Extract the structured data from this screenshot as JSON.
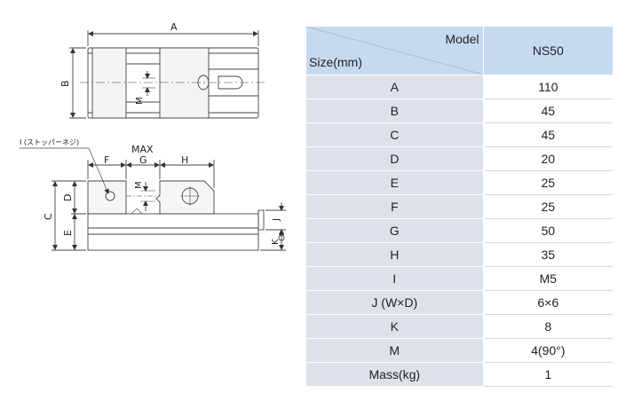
{
  "drawing": {
    "labels": {
      "A": "A",
      "B": "B",
      "M_top": "M",
      "stopper_note": "I (ストッパーネジ)",
      "F": "F",
      "MAX": "MAX",
      "G": "G",
      "H": "H",
      "D": "D",
      "C": "C",
      "E": "E",
      "M_side": "M",
      "J": "J",
      "K": "K"
    }
  },
  "table": {
    "header": {
      "model_label": "Model",
      "size_label": "Size(mm)",
      "model_name": "NS50"
    },
    "rows": [
      {
        "label": "A",
        "value": "110"
      },
      {
        "label": "B",
        "value": "45"
      },
      {
        "label": "C",
        "value": "45"
      },
      {
        "label": "D",
        "value": "20"
      },
      {
        "label": "E",
        "value": "25"
      },
      {
        "label": "F",
        "value": "25"
      },
      {
        "label": "G",
        "value": "50"
      },
      {
        "label": "H",
        "value": "35"
      },
      {
        "label": "I",
        "value": "M5"
      },
      {
        "label": "J (W×D)",
        "value": "6×6"
      },
      {
        "label": "K",
        "value": "8"
      },
      {
        "label": "M",
        "value": "4(90°)"
      },
      {
        "label": "Mass(kg)",
        "value": "1"
      }
    ]
  }
}
